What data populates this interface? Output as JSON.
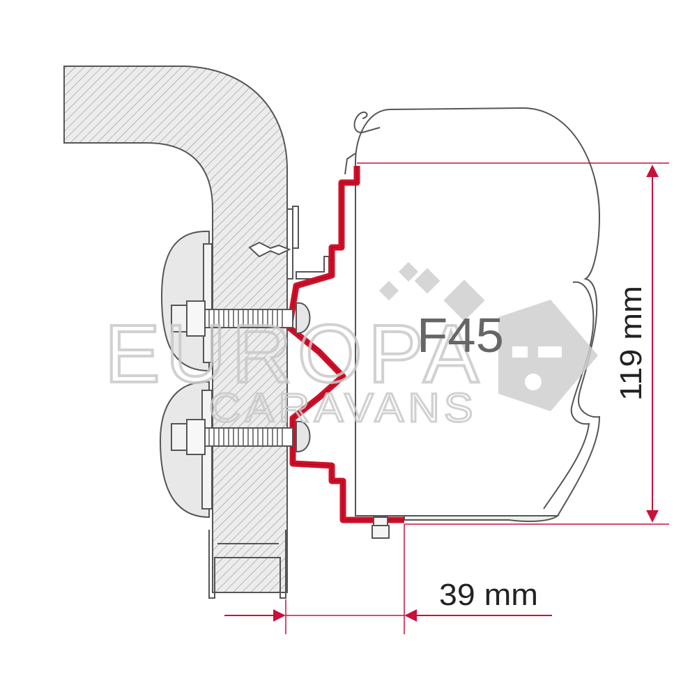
{
  "model_label": "F45",
  "height_dimension": "119 mm",
  "depth_dimension": "39 mm",
  "watermark": {
    "line1": "EUROPA",
    "line2": "CARAVANS"
  },
  "colors": {
    "bracket": "#d0102a",
    "dimension_line": "#c8103a",
    "outline": "#555555",
    "watermark": "#cfcfcf"
  }
}
